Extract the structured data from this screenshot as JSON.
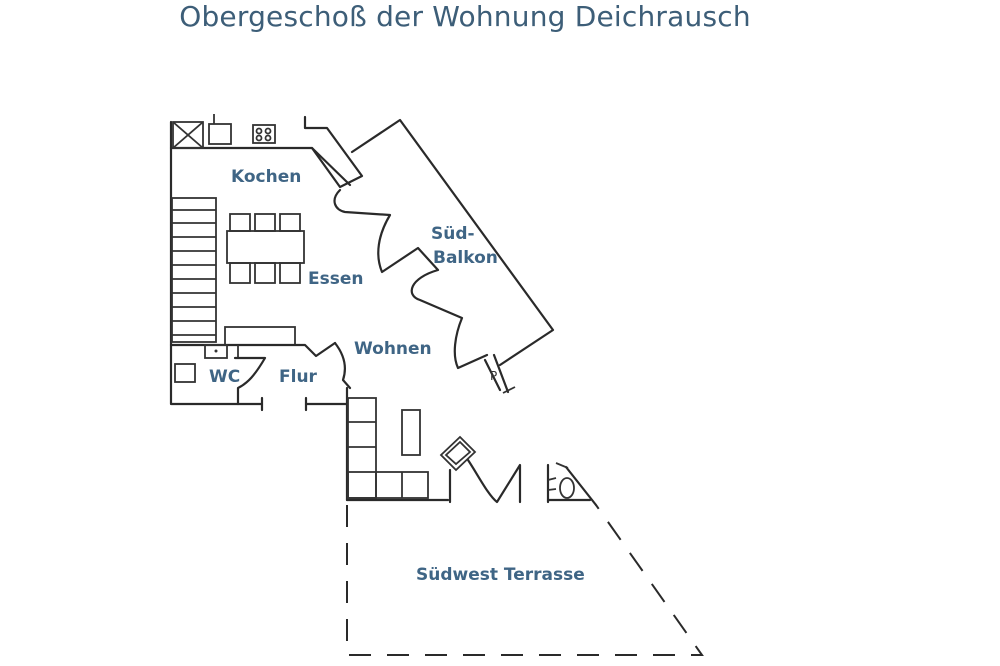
{
  "title": "Obergeschoß der Wohnung Deichrausch",
  "rooms": {
    "kochen": "Kochen",
    "essen": "Essen",
    "sued_balkon_line1": "Süd-",
    "sued_balkon_line2": "Balkon",
    "wohnen": "Wohnen",
    "wc": "WC",
    "flur": "Flur",
    "terrasse": "Südwest Terrasse"
  },
  "colors": {
    "label": "#3f6585",
    "title": "#3d5e78",
    "lines": "#2a2a2a"
  }
}
